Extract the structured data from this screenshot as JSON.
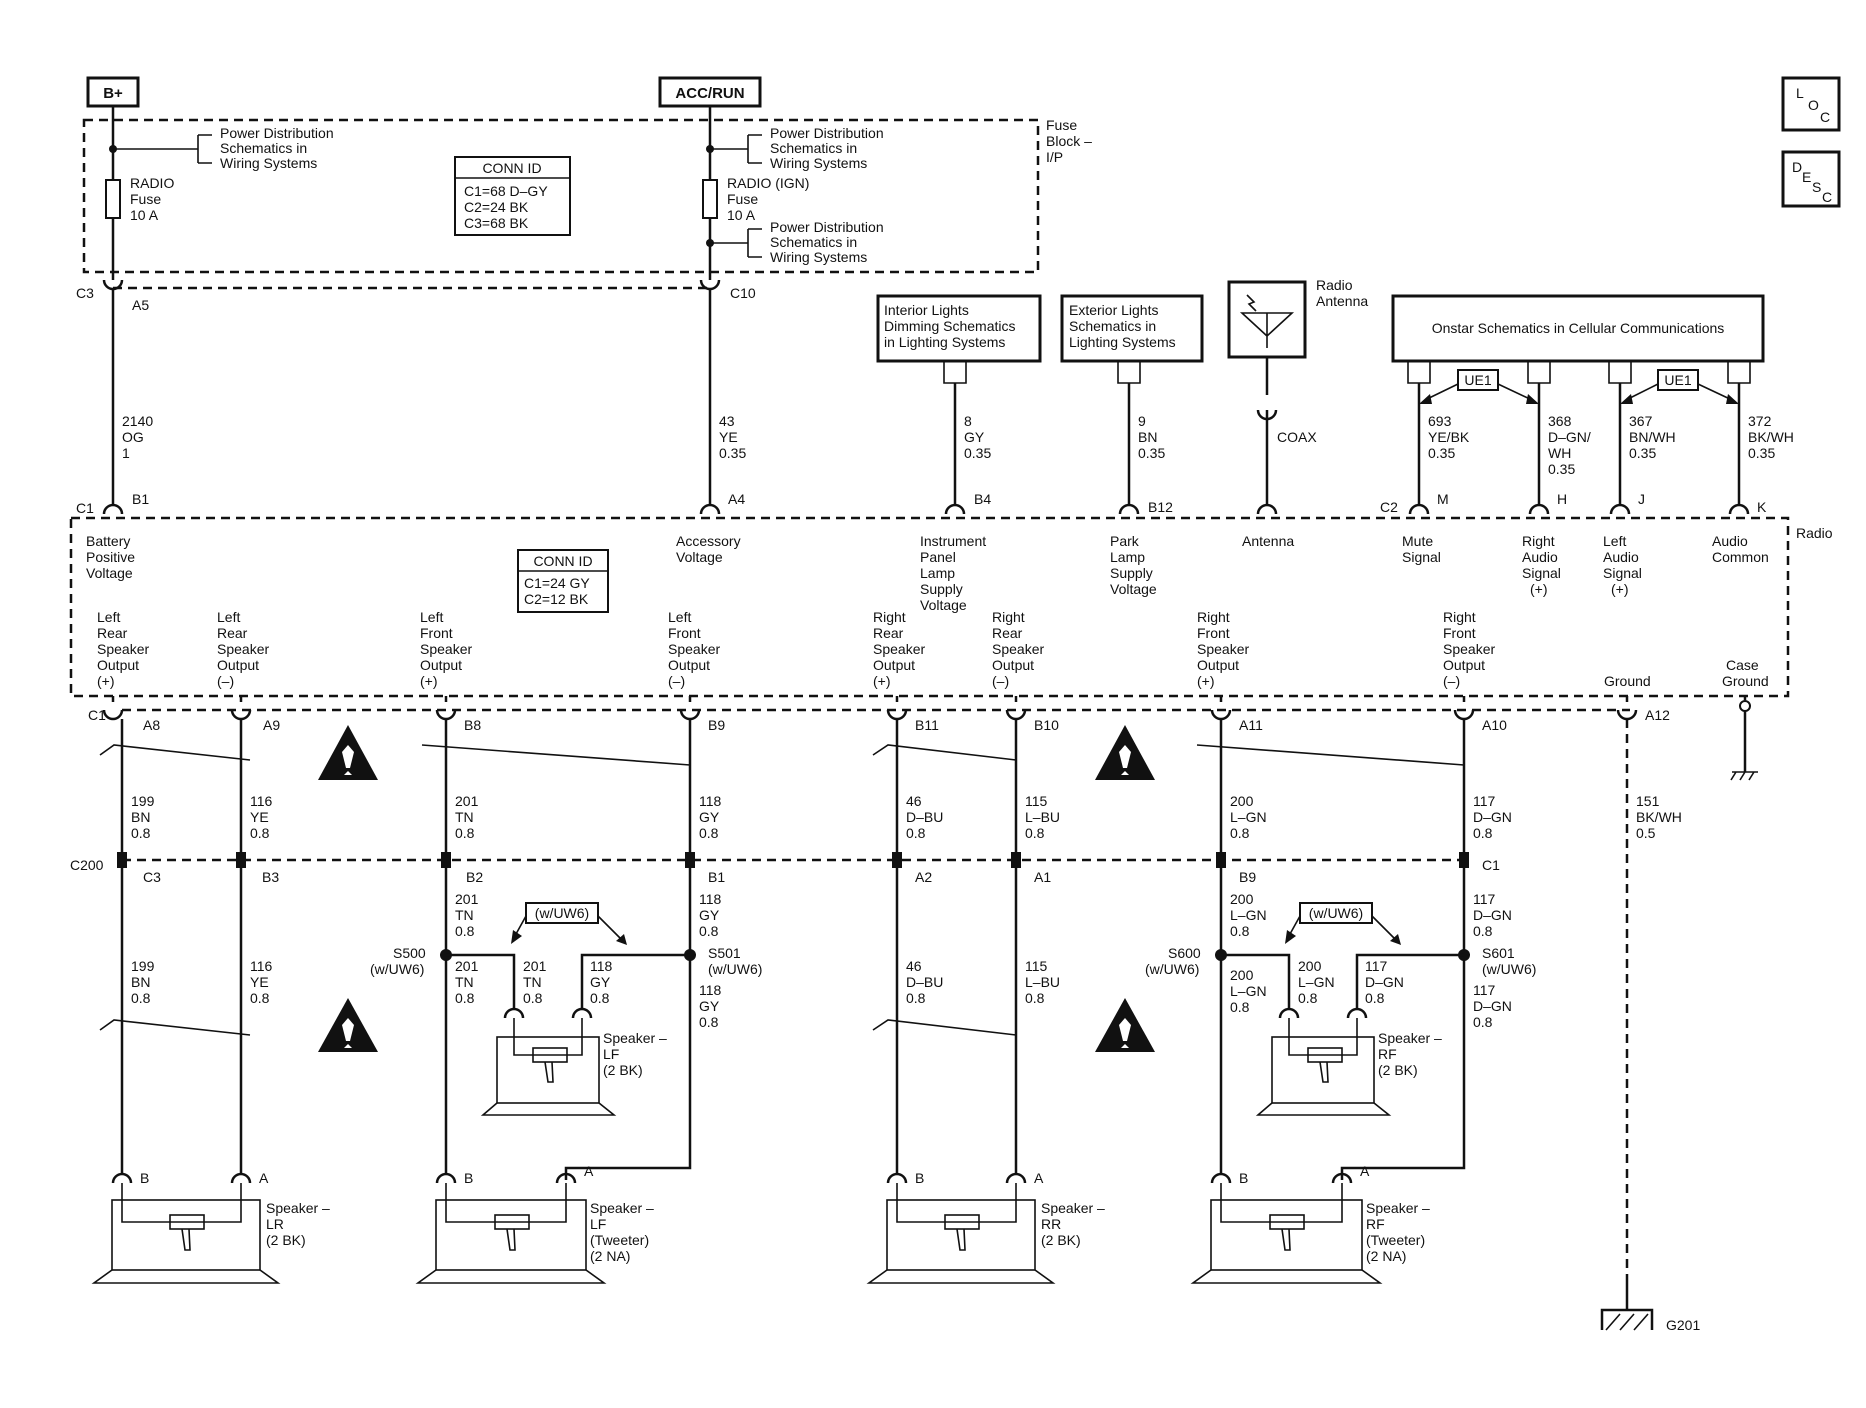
{
  "power": {
    "bplus": "B+",
    "accrun": "ACC/RUN"
  },
  "side_icons": {
    "loc": [
      "L",
      "O",
      "C"
    ],
    "desc": [
      "D",
      "E",
      "S",
      "C"
    ]
  },
  "fuse_block": {
    "label": [
      "Fuse",
      "Block –",
      "I/P"
    ],
    "pds1": [
      "Power Distribution",
      "Schematics in",
      "Wiring Systems"
    ],
    "pds2": [
      "Power Distribution",
      "Schematics in",
      "Wiring Systems"
    ],
    "pds3": [
      "Power Distribution",
      "Schematics in",
      "Wiring Systems"
    ],
    "fuse1": [
      "RADIO",
      "Fuse",
      "10 A"
    ],
    "fuse2": [
      "RADIO (IGN)",
      "Fuse",
      "10 A"
    ],
    "conn_title": "CONN ID",
    "conn_lines": [
      "C1=68 D–GY",
      "C2=24 BK",
      "C3=68 BK"
    ]
  },
  "connectors_top": {
    "c3": "C3",
    "a5": "A5",
    "c10": "C10"
  },
  "wires_top": {
    "w2140": [
      "2140",
      "OG",
      "1"
    ],
    "w43": [
      "43",
      "YE",
      "0.35"
    ],
    "w8": [
      "8",
      "GY",
      "0.35"
    ],
    "w9": [
      "9",
      "BN",
      "0.35"
    ],
    "coax": "COAX",
    "w693": [
      "693",
      "YE/BK",
      "0.35"
    ],
    "w368": [
      "368",
      "D–GN/",
      "WH",
      "0.35"
    ],
    "w367": [
      "367",
      "BN/WH",
      "0.35"
    ],
    "w372": [
      "372",
      "BK/WH",
      "0.35"
    ],
    "ue1a": "UE1",
    "ue1b": "UE1"
  },
  "ref_boxes": {
    "interior": [
      "Interior Lights",
      "Dimming Schematics",
      "in Lighting Systems"
    ],
    "exterior": [
      "Exterior Lights",
      "Schematics in",
      "Lighting Systems"
    ],
    "onstar": "Onstar Schematics in Cellular Communications",
    "antenna": [
      "Radio",
      "Antenna"
    ]
  },
  "radio": {
    "name": "Radio",
    "pins": {
      "c1": "C1",
      "b1": "B1",
      "a4": "A4",
      "b4": "B4",
      "b12": "B12",
      "c2": "C2",
      "m": "M",
      "h": "H",
      "j": "J",
      "k": "K"
    },
    "conn_title": "CONN ID",
    "conn_lines": [
      "C1=24 GY",
      "C2=12 BK"
    ],
    "battery": [
      "Battery",
      "Positive",
      "Voltage"
    ],
    "accessory": [
      "Accessory",
      "Voltage"
    ],
    "ipl": [
      "Instrument",
      "Panel",
      "Lamp",
      "Supply",
      "Voltage"
    ],
    "park": [
      "Park",
      "Lamp",
      "Supply",
      "Voltage"
    ],
    "antenna": "Antenna",
    "mute": [
      "Mute",
      "Signal"
    ],
    "raudio": [
      "Right",
      "Audio",
      "Signal",
      "(+)"
    ],
    "laudio": [
      "Left",
      "Audio",
      "Signal",
      "(+)"
    ],
    "acommon": [
      "Audio",
      "Common"
    ],
    "lr_pos": [
      "Left",
      "Rear",
      "Speaker",
      "Output",
      "(+)"
    ],
    "lr_neg": [
      "Left",
      "Rear",
      "Speaker",
      "Output",
      "(–)"
    ],
    "lf_pos": [
      "Left",
      "Front",
      "Speaker",
      "Output",
      "(+)"
    ],
    "lf_neg": [
      "Left",
      "Front",
      "Speaker",
      "Output",
      "(–)"
    ],
    "rr_pos": [
      "Right",
      "Rear",
      "Speaker",
      "Output",
      "(+)"
    ],
    "rr_neg": [
      "Right",
      "Rear",
      "Speaker",
      "Output",
      "(–)"
    ],
    "rf_pos": [
      "Right",
      "Front",
      "Speaker",
      "Output",
      "(+)"
    ],
    "rf_neg": [
      "Right",
      "Front",
      "Speaker",
      "Output",
      "(–)"
    ],
    "ground": "Ground",
    "case_ground": [
      "Case",
      "Ground"
    ]
  },
  "bottom_pins": {
    "c1": "C1",
    "a8": "A8",
    "a9": "A9",
    "b8": "B8",
    "b9": "B9",
    "b11": "B11",
    "b10": "B10",
    "a11": "A11",
    "a10": "A10",
    "a12": "A12"
  },
  "wires_mid": {
    "w199": [
      "199",
      "BN",
      "0.8"
    ],
    "w116": [
      "116",
      "YE",
      "0.8"
    ],
    "w201": [
      "201",
      "TN",
      "0.8"
    ],
    "w118": [
      "118",
      "GY",
      "0.8"
    ],
    "w46": [
      "46",
      "D–BU",
      "0.8"
    ],
    "w115": [
      "115",
      "L–BU",
      "0.8"
    ],
    "w200": [
      "200",
      "L–GN",
      "0.8"
    ],
    "w117": [
      "117",
      "D–GN",
      "0.8"
    ],
    "w151": [
      "151",
      "BK/WH",
      "0.5"
    ]
  },
  "c200": {
    "name": "C200",
    "c3": "C3",
    "b3": "B3",
    "b2": "B2",
    "b1": "B1",
    "a2": "A2",
    "a1": "A1",
    "b9": "B9",
    "c1": "C1"
  },
  "wires_low": {
    "w199": [
      "199",
      "BN",
      "0.8"
    ],
    "w116": [
      "116",
      "YE",
      "0.8"
    ],
    "w201a": [
      "201",
      "TN",
      "0.8"
    ],
    "w118a": [
      "118",
      "GY",
      "0.8"
    ],
    "w201b": [
      "201",
      "TN",
      "0.8"
    ],
    "w201c": [
      "201",
      "TN",
      "0.8"
    ],
    "w118b": [
      "118",
      "GY",
      "0.8"
    ],
    "w118c": [
      "118",
      "GY",
      "0.8"
    ],
    "w46": [
      "46",
      "D–BU",
      "0.8"
    ],
    "w115": [
      "115",
      "L–BU",
      "0.8"
    ],
    "w200a": [
      "200",
      "L–GN",
      "0.8"
    ],
    "w117a": [
      "117",
      "D–GN",
      "0.8"
    ],
    "w200b": [
      "200",
      "L–GN",
      "0.8"
    ],
    "w200c": [
      "200",
      "L–GN",
      "0.8"
    ],
    "w117b": [
      "117",
      "D–GN",
      "0.8"
    ],
    "w117c": [
      "117",
      "D–GN",
      "0.8"
    ]
  },
  "splices": {
    "s500": [
      "S500",
      "(w/UW6)"
    ],
    "s501": [
      "S501",
      "(w/UW6)"
    ],
    "s600": [
      "S600",
      "(w/UW6)"
    ],
    "s601": [
      "S601",
      "(w/UW6)"
    ],
    "uw6a": "(w/UW6)",
    "uw6b": "(w/UW6)"
  },
  "speakers": {
    "lr": [
      "Speaker –",
      "LR",
      "(2 BK)"
    ],
    "lf_tw": [
      "Speaker –",
      "LF",
      "(Tweeter)",
      "(2 NA)"
    ],
    "rr": [
      "Speaker –",
      "RR",
      "(2 BK)"
    ],
    "rf_tw": [
      "Speaker –",
      "RF",
      "(Tweeter)",
      "(2 NA)"
    ],
    "lf": [
      "Speaker –",
      "LF",
      "(2 BK)"
    ],
    "rf": [
      "Speaker –",
      "RF",
      "(2 BK)"
    ],
    "pin_b": "B",
    "pin_a": "A"
  },
  "ground_label": "G201"
}
